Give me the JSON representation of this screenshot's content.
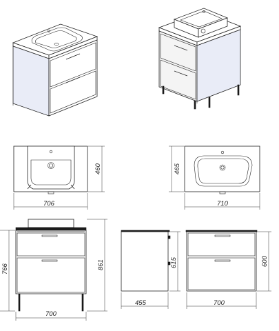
{
  "dimensions": {
    "top_sink_width": "706",
    "top_sink_depth": "460",
    "top_basin_depth": "465",
    "top_basin_width": "710",
    "front_height_cabinet": "766",
    "front_height_total": "861",
    "front_width": "700",
    "side_depth": "455",
    "side_height": "615",
    "front2_height": "600",
    "front2_width": "700"
  }
}
